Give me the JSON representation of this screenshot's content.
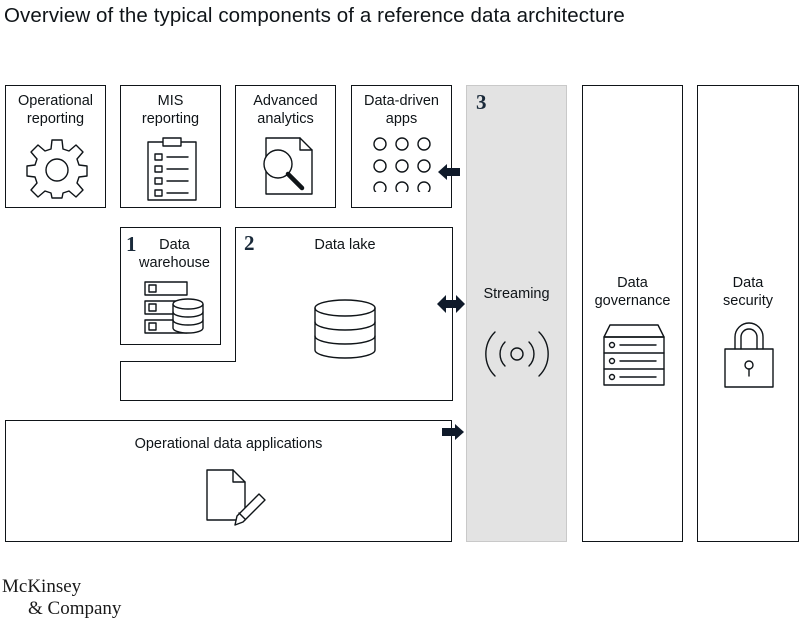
{
  "title": "Overview of the typical components of a reference data architecture",
  "components": {
    "operational_reporting": "Operational\nreporting",
    "mis_reporting": "MIS\nreporting",
    "advanced_analytics": "Advanced\nanalytics",
    "data_driven_apps": "Data-driven\napps",
    "data_warehouse": "Data\nwarehouse",
    "data_lake": "Data lake",
    "operational_data_applications": "Operational data applications",
    "streaming": "Streaming",
    "data_governance": "Data\ngovernance",
    "data_security": "Data\nsecurity"
  },
  "numbers": {
    "warehouse": "1",
    "lake": "2",
    "streaming": "3"
  },
  "logo": {
    "line1": "McKinsey",
    "line2": "& Company"
  },
  "icons": [
    "gear-icon",
    "clipboard-list-icon",
    "magnifier-document-icon",
    "dot-grid-icon",
    "server-stack-icon",
    "database-icon",
    "document-pen-icon",
    "broadcast-icon",
    "server-rack-icon",
    "padlock-icon",
    "arrow-left-icon",
    "double-arrow-icon",
    "arrow-right-icon"
  ]
}
